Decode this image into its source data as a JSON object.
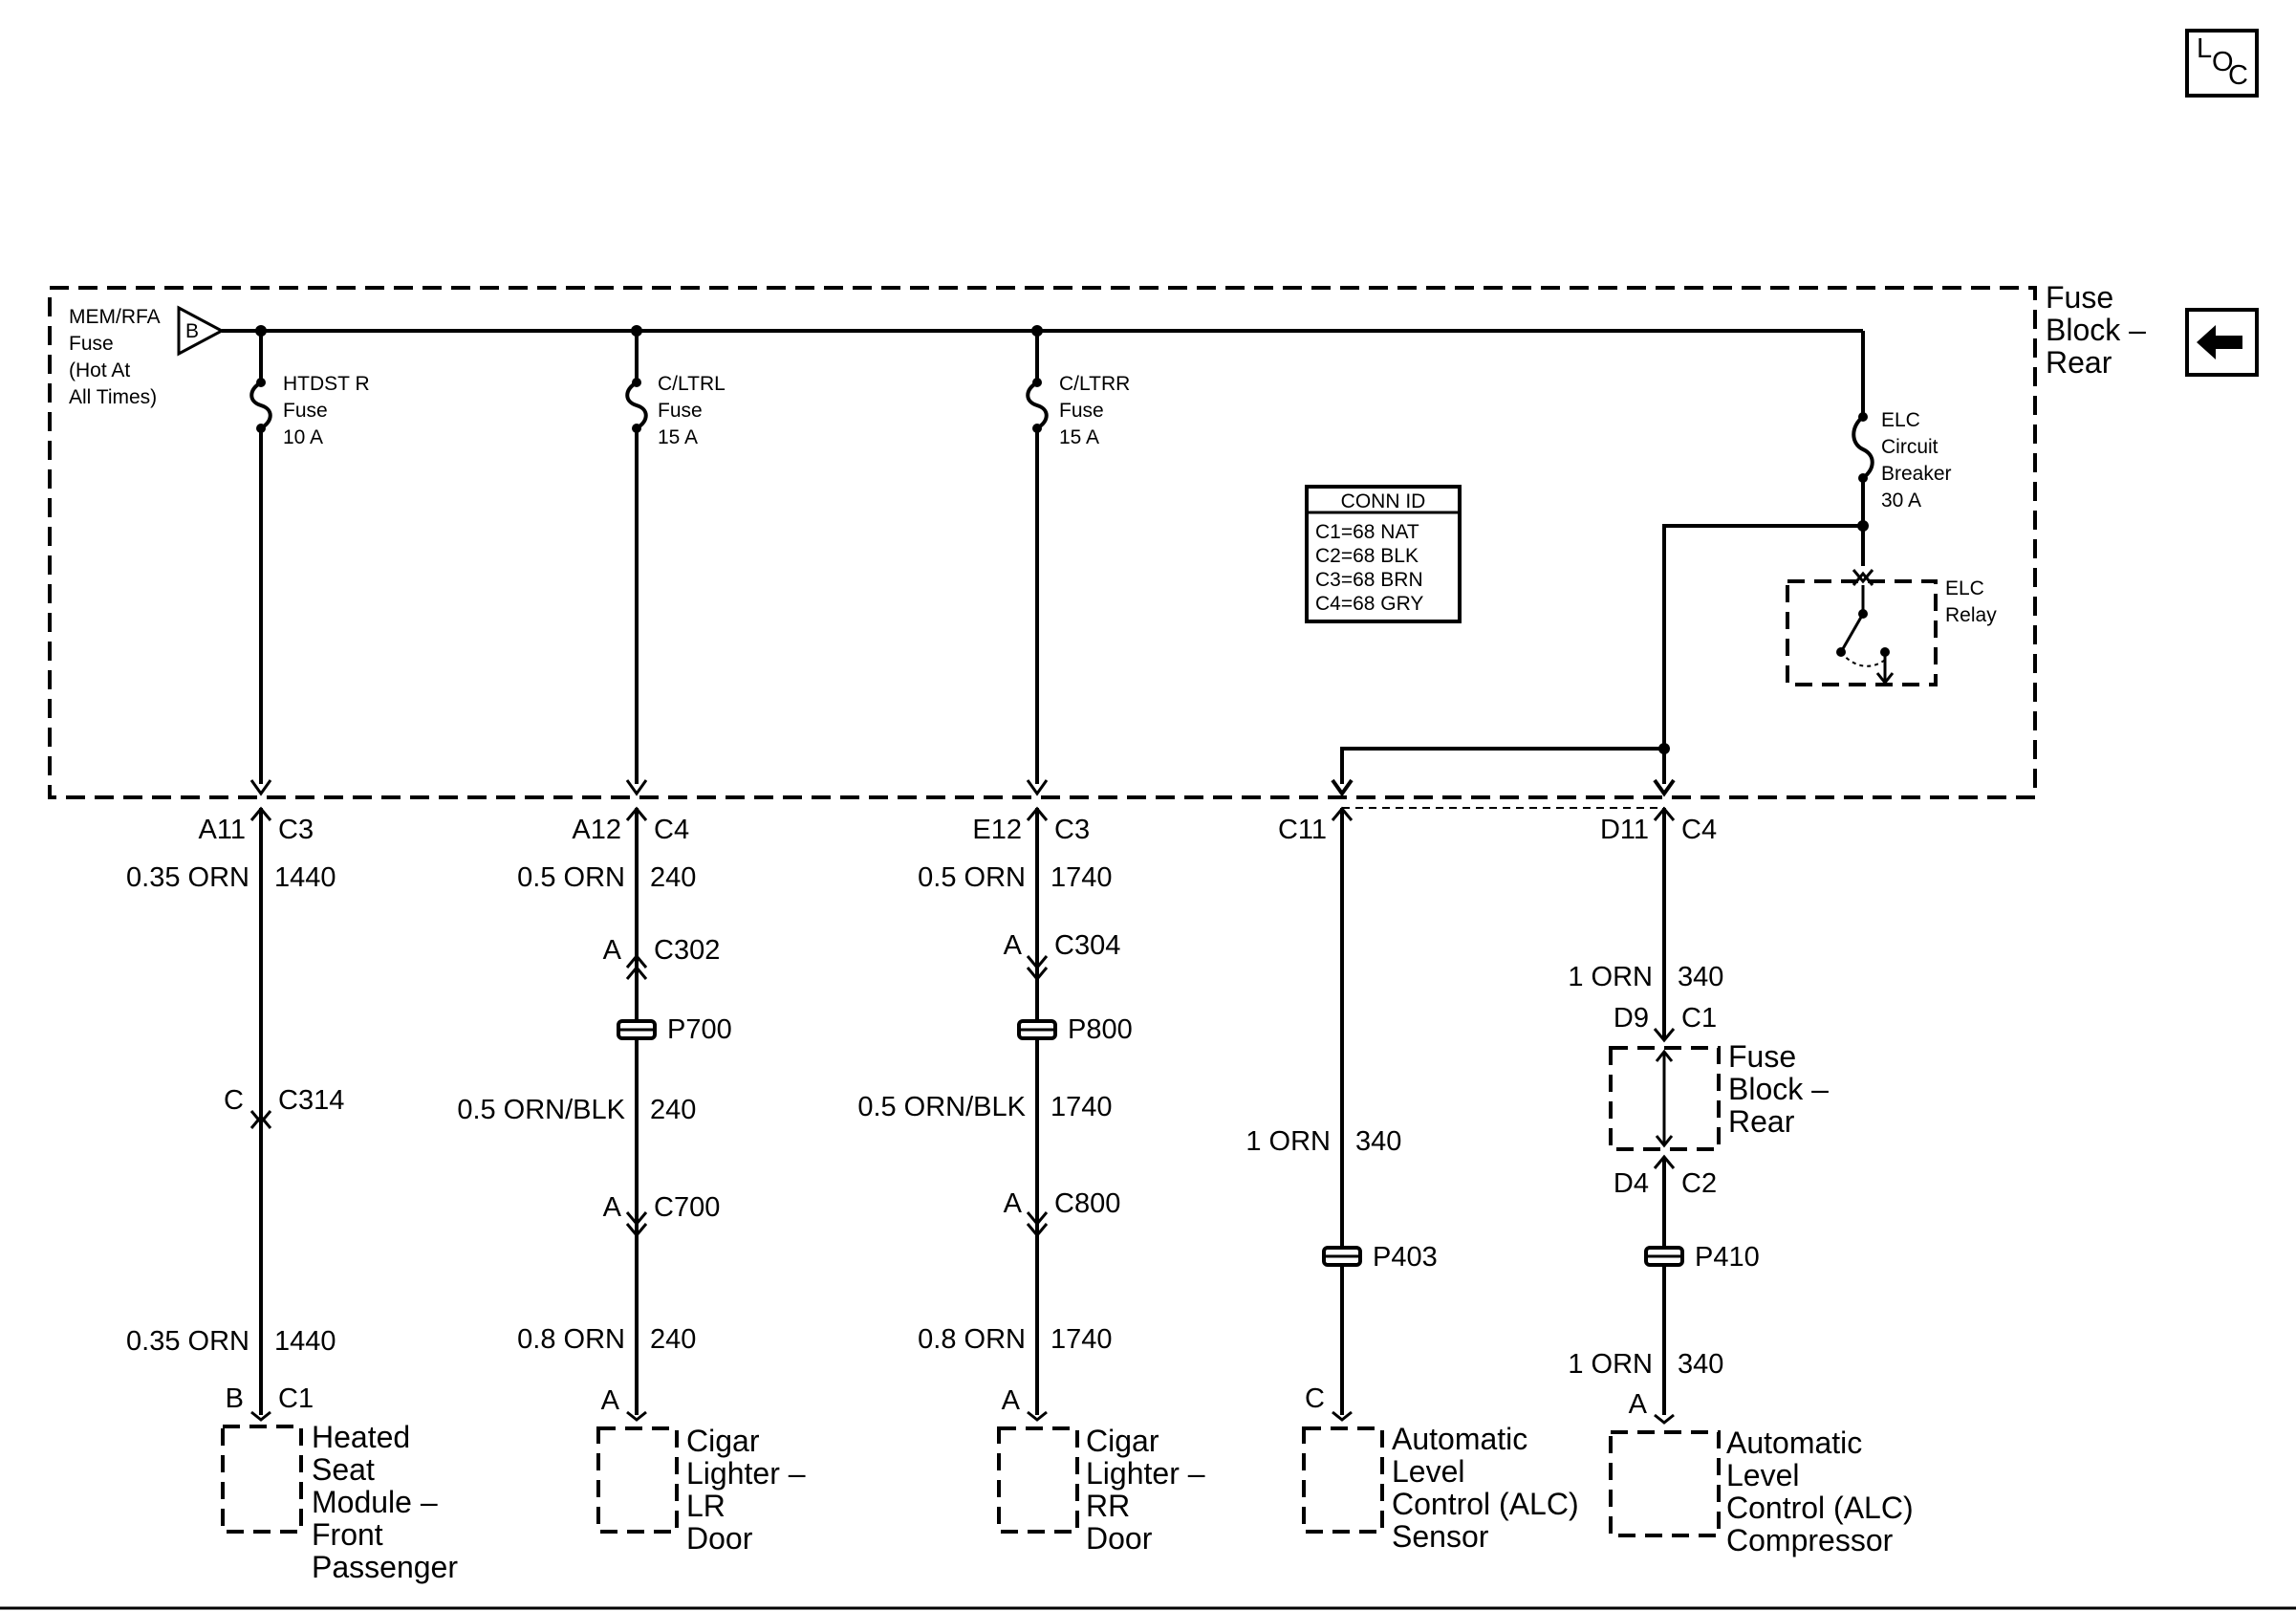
{
  "nav": {
    "loc_letters": [
      "L",
      "O",
      "C"
    ],
    "back_icon": "left-arrow-icon"
  },
  "fuse_block": {
    "title": [
      "Fuse",
      "Block –",
      "Rear"
    ],
    "source": {
      "label": [
        "MEM/RFA",
        "Fuse",
        "(Hot At",
        "All Times)"
      ],
      "ref": "B"
    },
    "fuses": [
      {
        "label": [
          "HTDST R",
          "Fuse",
          "10 A"
        ]
      },
      {
        "label": [
          "C/LTRL",
          "Fuse",
          "15 A"
        ]
      },
      {
        "label": [
          "C/LTRR",
          "Fuse",
          "15 A"
        ]
      }
    ],
    "breaker": {
      "label": [
        "ELC",
        "Circuit",
        "Breaker",
        "30 A"
      ]
    },
    "relay": {
      "label": [
        "ELC",
        "Relay"
      ]
    },
    "conn_id": {
      "title": "CONN ID",
      "rows": [
        "C1=68 NAT",
        "C2=68 BLK",
        "C3=68 BRN",
        "C4=68 GRY"
      ]
    }
  },
  "circuits": [
    {
      "pin": "A11",
      "conn": "C3",
      "wire1": {
        "gauge": "0.35 ORN",
        "num": "1440"
      },
      "inline": {
        "pin": "C",
        "conn": "C314"
      },
      "wire2": {
        "gauge": "0.35 ORN",
        "num": "1440"
      },
      "end": {
        "pin": "B",
        "conn": "C1"
      },
      "component": [
        "Heated",
        "Seat",
        "Module –",
        "Front",
        "Passenger"
      ]
    },
    {
      "pin": "A12",
      "conn": "C4",
      "wire1": {
        "gauge": "0.5 ORN",
        "num": "240"
      },
      "inline": {
        "pin": "A",
        "conn": "C302"
      },
      "splice": "P700",
      "wire2": {
        "gauge": "0.5 ORN/BLK",
        "num": "240"
      },
      "inline2": {
        "pin": "A",
        "conn": "C700"
      },
      "wire3": {
        "gauge": "0.8 ORN",
        "num": "240"
      },
      "end": {
        "pin": "A"
      },
      "component": [
        "Cigar",
        "Lighter –",
        "LR",
        "Door"
      ]
    },
    {
      "pin": "E12",
      "conn": "C3",
      "wire1": {
        "gauge": "0.5 ORN",
        "num": "1740"
      },
      "inline": {
        "pin": "A",
        "conn": "C304"
      },
      "splice": "P800",
      "wire2": {
        "gauge": "0.5 ORN/BLK",
        "num": "1740"
      },
      "inline2": {
        "pin": "A",
        "conn": "C800"
      },
      "wire3": {
        "gauge": "0.8 ORN",
        "num": "1740"
      },
      "end": {
        "pin": "A"
      },
      "component": [
        "Cigar",
        "Lighter –",
        "RR",
        "Door"
      ]
    },
    {
      "pin": "C11",
      "wire1": {
        "gauge": "1 ORN",
        "num": "340"
      },
      "splice": "P403",
      "end": {
        "pin": "C"
      },
      "component": [
        "Automatic",
        "Level",
        "Control (ALC)",
        "Sensor"
      ]
    },
    {
      "pin": "D11",
      "conn": "C4",
      "wire1": {
        "gauge": "1 ORN",
        "num": "340"
      },
      "sub_in": {
        "pin": "D9",
        "conn": "C1"
      },
      "sub_block": [
        "Fuse",
        "Block –",
        "Rear"
      ],
      "sub_out": {
        "pin": "D4",
        "conn": "C2"
      },
      "splice": "P410",
      "wire2": {
        "gauge": "1 ORN",
        "num": "340"
      },
      "end": {
        "pin": "A"
      },
      "component": [
        "Automatic",
        "Level",
        "Control (ALC)",
        "Compressor"
      ]
    }
  ]
}
